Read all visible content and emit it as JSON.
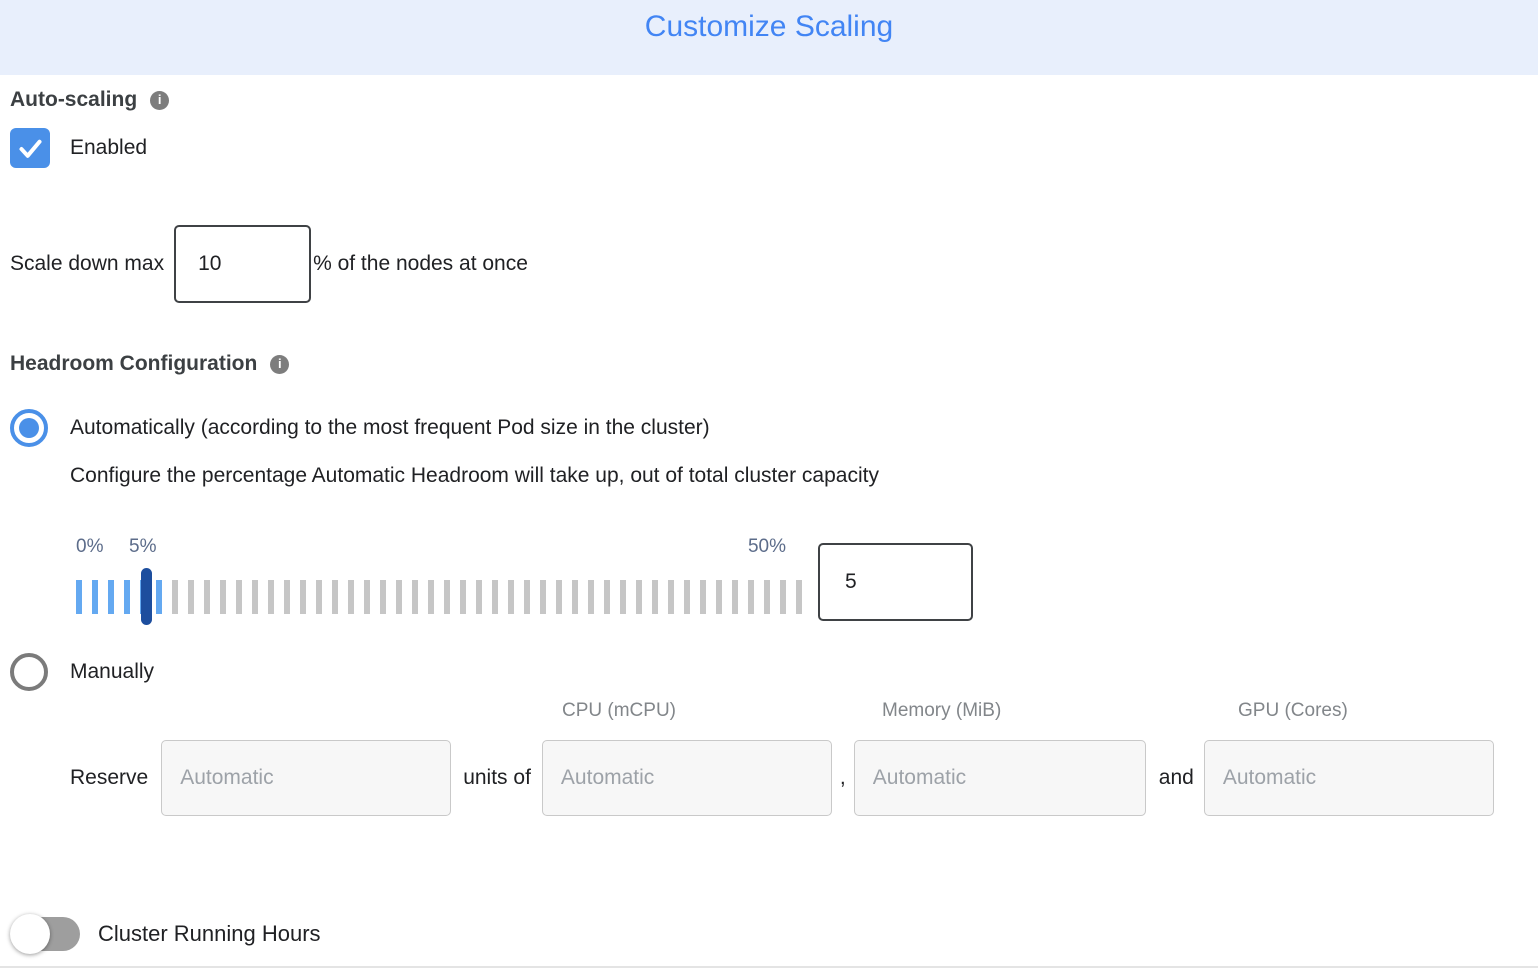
{
  "header": {
    "title": "Customize Scaling"
  },
  "auto_scaling": {
    "title": "Auto-scaling",
    "checkbox_label": "Enabled",
    "checked": true
  },
  "scale_down": {
    "label_before": "Scale down max",
    "value": "10",
    "label_after": "% of the nodes at once"
  },
  "headroom": {
    "title": "Headroom Configuration",
    "automatic_option": {
      "label": "Automatically (according to the most frequent Pod size in the cluster)",
      "selected": true,
      "description": "Configure the percentage Automatic Headroom will take up, out of total cluster capacity"
    },
    "manual_option": {
      "label": "Manually",
      "selected": false
    },
    "slider": {
      "min_label": "0%",
      "current_label": "5%",
      "max_label": "50%",
      "value": "5",
      "tick_count": 46,
      "active_tick_count": 6
    }
  },
  "reserve": {
    "label": "Reserve",
    "separator_units": "units of",
    "separator_comma": ",",
    "separator_and": "and",
    "column_headers": {
      "cpu": "CPU (mCPU)",
      "memory": "Memory (MiB)",
      "gpu": "GPU (Cores)"
    },
    "fields": {
      "units": {
        "placeholder": "Automatic",
        "value": ""
      },
      "cpu": {
        "placeholder": "Automatic",
        "value": ""
      },
      "memory": {
        "placeholder": "Automatic",
        "value": ""
      },
      "gpu": {
        "placeholder": "Automatic",
        "value": ""
      }
    }
  },
  "cluster_running_hours": {
    "label": "Cluster Running Hours",
    "enabled": false
  },
  "colors": {
    "accent_blue": "#4a90e8",
    "header_bg": "#e8effc",
    "header_text": "#4285f4",
    "tick_active": "#64a9f1",
    "tick_inactive": "#c6c6c6",
    "slider_handle": "#1d4e9e",
    "slider_label_text": "#5c6c8a",
    "column_header_text": "#82868a",
    "toggle_track_off": "#9e9e9e"
  }
}
